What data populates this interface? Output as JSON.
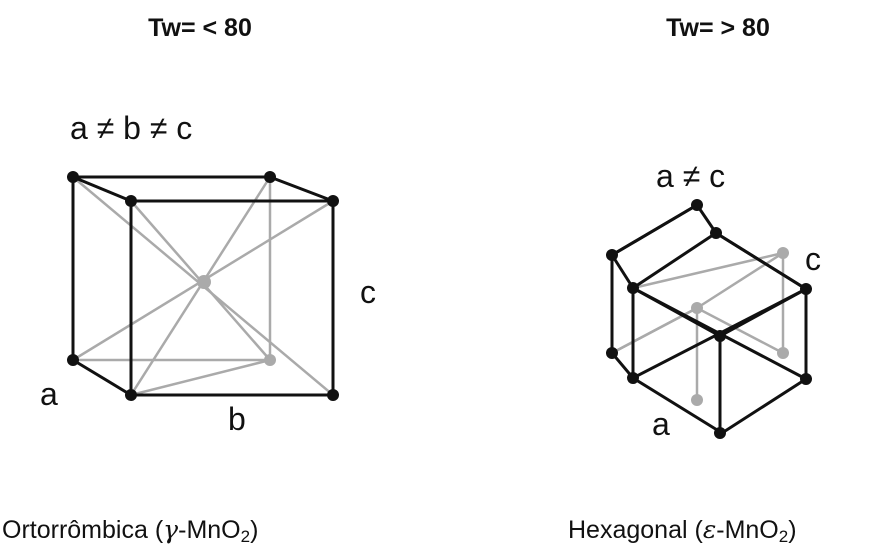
{
  "left": {
    "heading": "Tw= < 80",
    "relation": "a ≠ b ≠ c",
    "axis_a": "a",
    "axis_b": "b",
    "axis_c": "c",
    "caption_name": "Ortorrômbica",
    "caption_symbol": "γ",
    "caption_formula_main": "MnO",
    "caption_formula_sub": "2"
  },
  "right": {
    "heading": "Tw= > 80",
    "relation": "a ≠ c",
    "axis_a": "a",
    "axis_c": "c",
    "caption_name": "Hexagonal",
    "caption_symbol": "ε",
    "caption_formula_main": "MnO",
    "caption_formula_sub": "2"
  },
  "colors": {
    "edge": "#111111",
    "hidden": "#aaaaaa",
    "atom": "#111111",
    "hidden_atom": "#aaaaaa"
  }
}
